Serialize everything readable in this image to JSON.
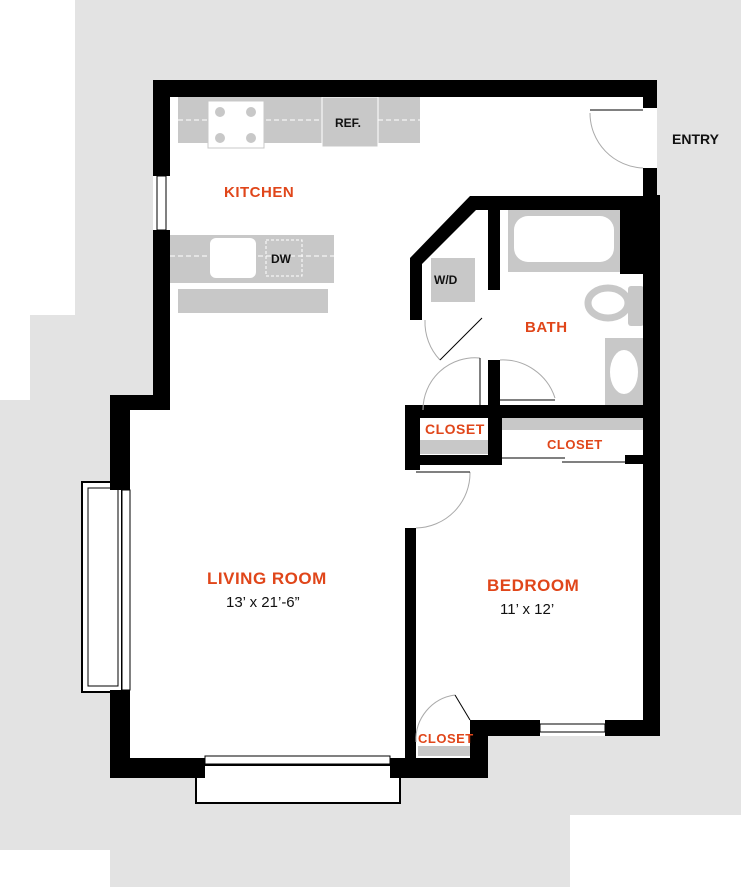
{
  "colors": {
    "label": "#e0461a",
    "wall": "#000000",
    "fixture": "#c8c8c8",
    "site": "#e3e3e3"
  },
  "rooms": {
    "kitchen": "KITCHEN",
    "bath": "BATH",
    "closet_wd": "CLOSET",
    "closet_bed": "CLOSET",
    "closet_small": "CLOSET",
    "living": "LIVING ROOM",
    "living_dim": "13’ x  21’-6”",
    "bedroom": "BEDROOM",
    "bedroom_dim": "11’  x 12’"
  },
  "fixtures": {
    "ref": "REF.",
    "dw": "DW",
    "wd": "W/D"
  },
  "entry": "ENTRY"
}
